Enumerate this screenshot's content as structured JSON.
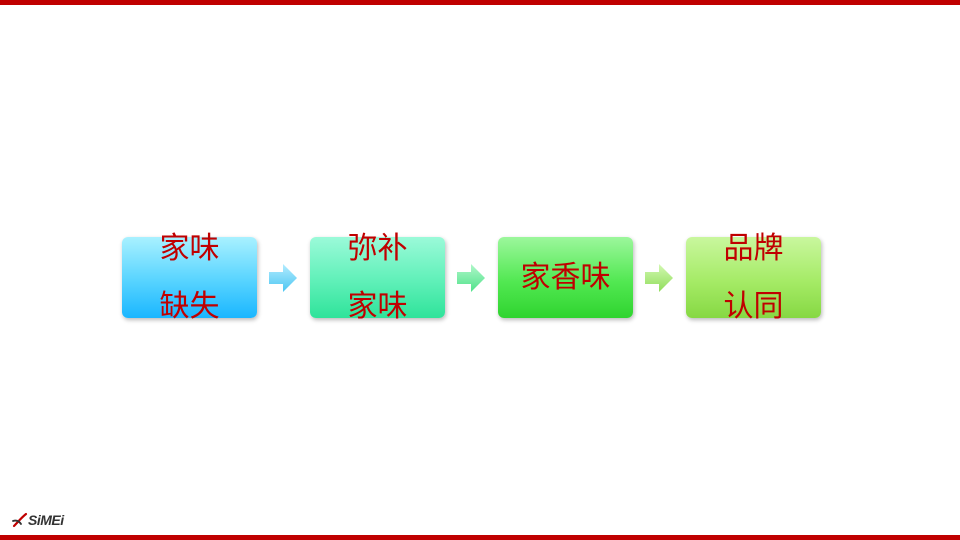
{
  "colors": {
    "accent": "#c00000",
    "text": "#c00000",
    "box_1": "#3ec7ff",
    "box_2": "#4cebab",
    "box_3": "#46e246",
    "box_4": "#9ae35a"
  },
  "flow": {
    "steps": [
      {
        "lines": [
          "家味",
          "缺失"
        ]
      },
      {
        "lines": [
          "弥补",
          "家味"
        ]
      },
      {
        "lines": [
          "家香味"
        ]
      },
      {
        "lines": [
          "品牌",
          "认同"
        ]
      }
    ],
    "arrow_icon": "right-arrow-icon"
  },
  "logo": {
    "text": "SiMEi",
    "icon": "logo-mark-icon"
  }
}
